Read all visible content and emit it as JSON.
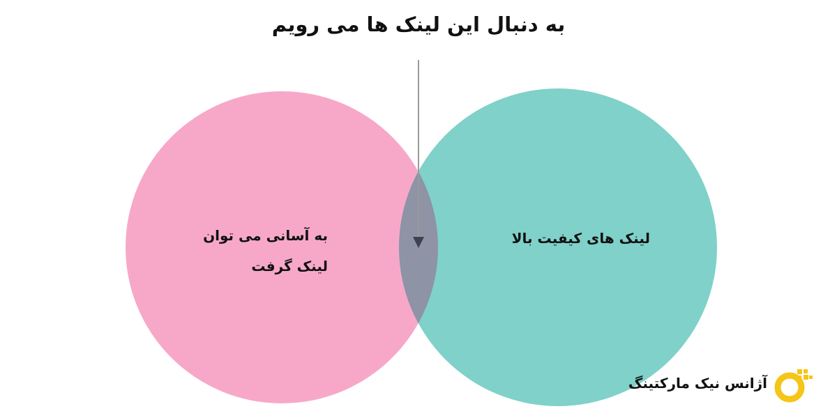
{
  "diagram": {
    "title": "به دنبال این لینک ها می رویم",
    "left_circle": {
      "line1": "به آسانی می توان",
      "line2": "لینک گرفت",
      "color": "#f7a8c8"
    },
    "right_circle": {
      "text": "لینک های کیفیت بالا",
      "color": "#7fd1c9"
    },
    "overlap_color": "#8e93a6"
  },
  "brand": {
    "name": "آژانس نیک مارکتینگ",
    "logo_icon": "nick-marketing-logo-icon",
    "accent": "#f5c518"
  }
}
